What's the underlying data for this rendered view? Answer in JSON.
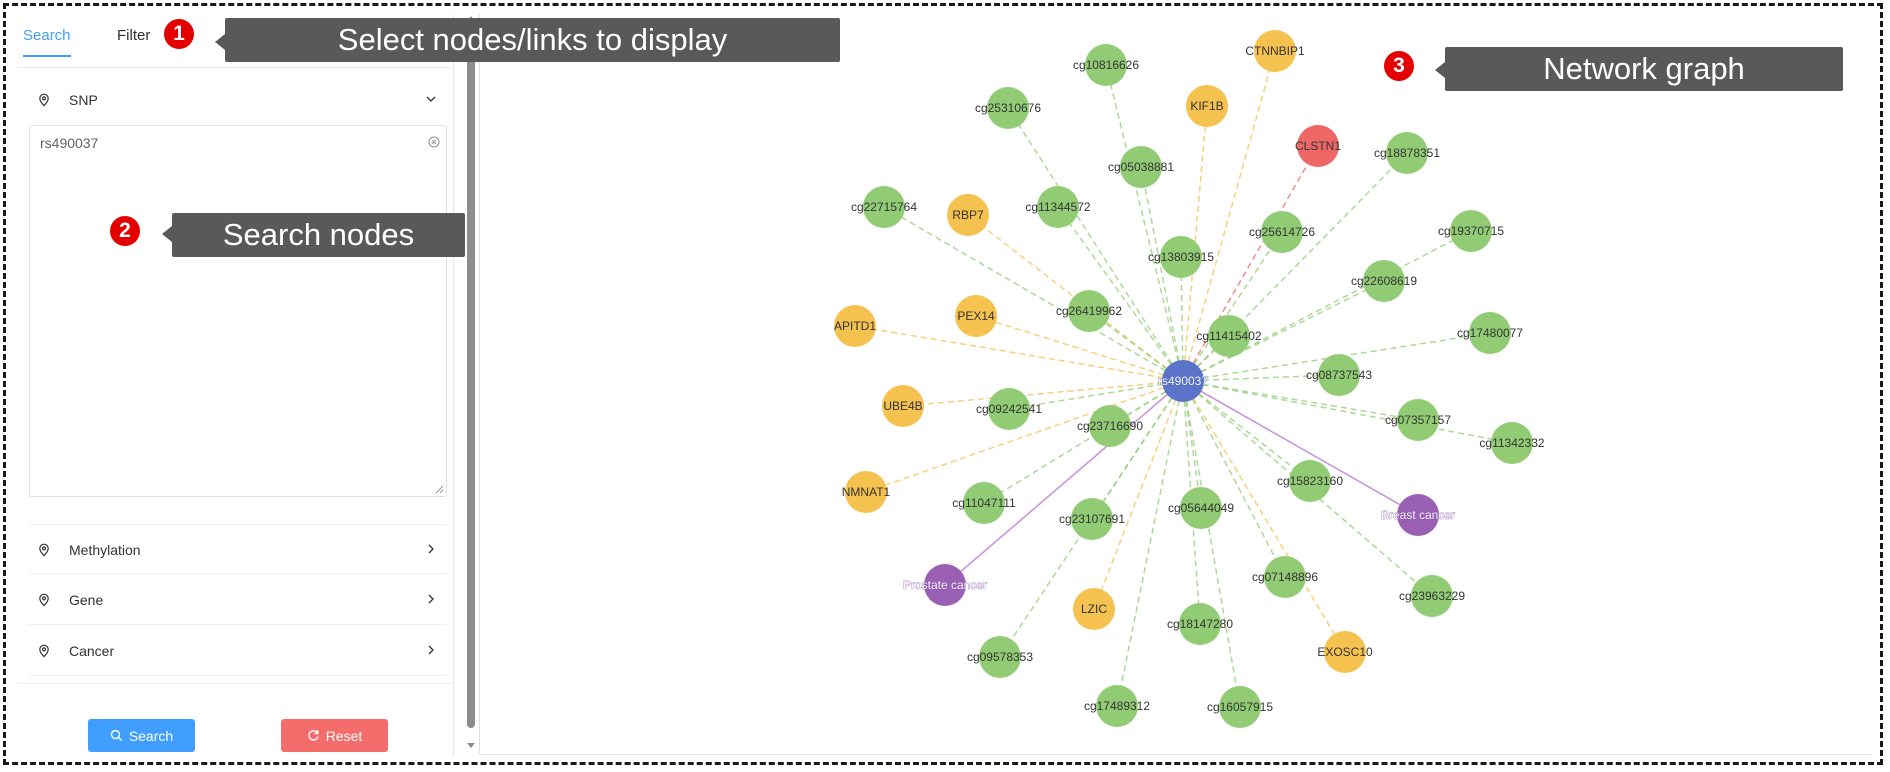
{
  "tabs": [
    {
      "label": "Search",
      "active": true
    },
    {
      "label": "Filter",
      "active": false
    }
  ],
  "panels": {
    "snp": {
      "title": "SNP",
      "expanded": true,
      "value": "rs490037"
    },
    "methylation": {
      "title": "Methylation",
      "expanded": false
    },
    "gene": {
      "title": "Gene",
      "expanded": false
    },
    "cancer": {
      "title": "Cancer",
      "expanded": false
    }
  },
  "buttons": {
    "search_label": "Search",
    "reset_label": "Reset"
  },
  "callouts": [
    {
      "number": "1",
      "text": "Select nodes/links to display"
    },
    {
      "number": "2",
      "text": "Search nodes"
    },
    {
      "number": "3",
      "text": "Network graph"
    }
  ],
  "colors": {
    "accent": "#409eff",
    "reset": "#f56c6c",
    "callout_bg": "#595959",
    "badge": "#e50000",
    "snp": "#5b73c9",
    "methylation": "#91cc75",
    "gene": "#f5c14f",
    "gene_highlight": "#ee6666",
    "cancer": "#9a60b4",
    "link_methylation": "#91cc75",
    "link_gene": "#f5c14f",
    "link_gene_highlight": "#ee6666",
    "link_cancer": "#b773d0"
  },
  "graph": {
    "center": {
      "label": "rs490037",
      "type": "snp"
    },
    "nodes": [
      {
        "label": "cg10816626",
        "type": "methylation"
      },
      {
        "label": "CTNNBIP1",
        "type": "gene"
      },
      {
        "label": "cg25310676",
        "type": "methylation"
      },
      {
        "label": "KIF1B",
        "type": "gene"
      },
      {
        "label": "CLSTN1",
        "type": "gene_highlight"
      },
      {
        "label": "cg18878351",
        "type": "methylation"
      },
      {
        "label": "cg05038881",
        "type": "methylation"
      },
      {
        "label": "cg22715764",
        "type": "methylation"
      },
      {
        "label": "RBP7",
        "type": "gene"
      },
      {
        "label": "cg11344572",
        "type": "methylation"
      },
      {
        "label": "cg25614726",
        "type": "methylation"
      },
      {
        "label": "cg19370715",
        "type": "methylation"
      },
      {
        "label": "cg13803915",
        "type": "methylation"
      },
      {
        "label": "cg22608619",
        "type": "methylation"
      },
      {
        "label": "APITD1",
        "type": "gene"
      },
      {
        "label": "PEX14",
        "type": "gene"
      },
      {
        "label": "cg26419962",
        "type": "methylation"
      },
      {
        "label": "cg17480077",
        "type": "methylation"
      },
      {
        "label": "cg11415402",
        "type": "methylation"
      },
      {
        "label": "cg08737543",
        "type": "methylation"
      },
      {
        "label": "UBE4B",
        "type": "gene"
      },
      {
        "label": "cg09242541",
        "type": "methylation"
      },
      {
        "label": "cg23716690",
        "type": "methylation"
      },
      {
        "label": "cg07357157",
        "type": "methylation"
      },
      {
        "label": "cg11342332",
        "type": "methylation"
      },
      {
        "label": "NMNAT1",
        "type": "gene"
      },
      {
        "label": "cg11047111",
        "type": "methylation"
      },
      {
        "label": "cg15823160",
        "type": "methylation"
      },
      {
        "label": "Breast cancer",
        "type": "cancer"
      },
      {
        "label": "cg05644049",
        "type": "methylation"
      },
      {
        "label": "cg23107691",
        "type": "methylation"
      },
      {
        "label": "Prostate cancer",
        "type": "cancer"
      },
      {
        "label": "cg07148896",
        "type": "methylation"
      },
      {
        "label": "cg23963229",
        "type": "methylation"
      },
      {
        "label": "LZIC",
        "type": "gene"
      },
      {
        "label": "cg18147280",
        "type": "methylation"
      },
      {
        "label": "EXOSC10",
        "type": "gene"
      },
      {
        "label": "cg09578353",
        "type": "methylation"
      },
      {
        "label": "cg17489312",
        "type": "methylation"
      },
      {
        "label": "cg16057915",
        "type": "methylation"
      }
    ]
  }
}
